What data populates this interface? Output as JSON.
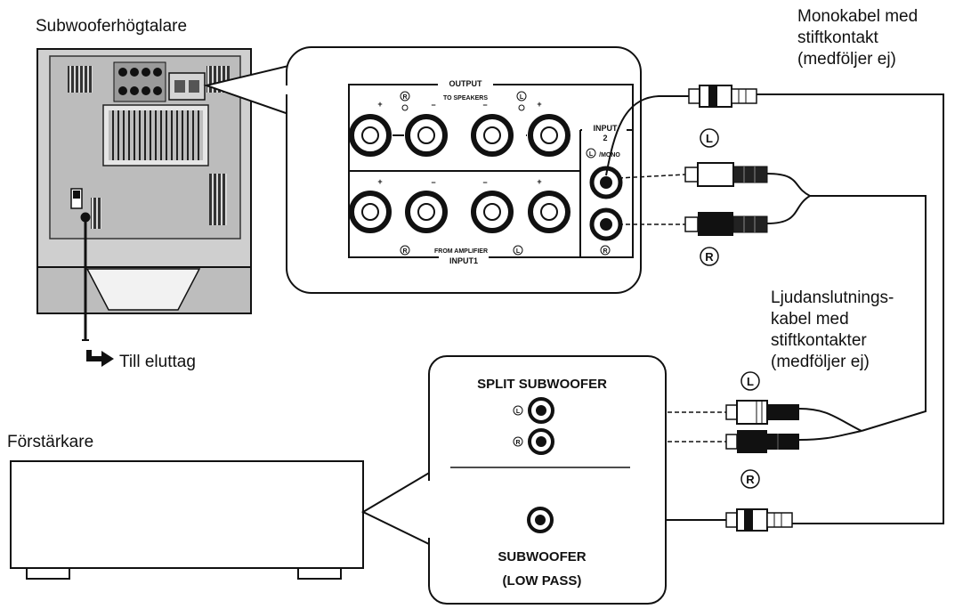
{
  "labels": {
    "subwoofer_title": "Subwooferhögtalare",
    "mono_cable": [
      "Monokabel med",
      "stiftkontakt",
      "(medföljer ej)"
    ],
    "outlet": "Till eluttag",
    "amplifier_title": "Förstärkare",
    "audio_cable": [
      "Ljudanslutnings-",
      "kabel med",
      "stiftkontakter",
      "(medföljer ej)"
    ]
  },
  "panel": {
    "output": "OUTPUT",
    "to_speakers": "TO SPEAKERS",
    "from_amplifier": "FROM AMPLIFIER",
    "input1": "INPUT1",
    "input2": [
      "INPUT",
      "2"
    ],
    "mono": "/MONO",
    "plus": "+",
    "minus": "−",
    "right_mark": "R",
    "left_mark": "L"
  },
  "amp_panel": {
    "split_subwoofer": "SPLIT SUBWOOFER",
    "subwoofer": "SUBWOOFER",
    "low_pass": "(LOW PASS)",
    "left_mark": "L",
    "right_mark": "R"
  },
  "cable_marks": {
    "left": "L",
    "right": "R"
  }
}
